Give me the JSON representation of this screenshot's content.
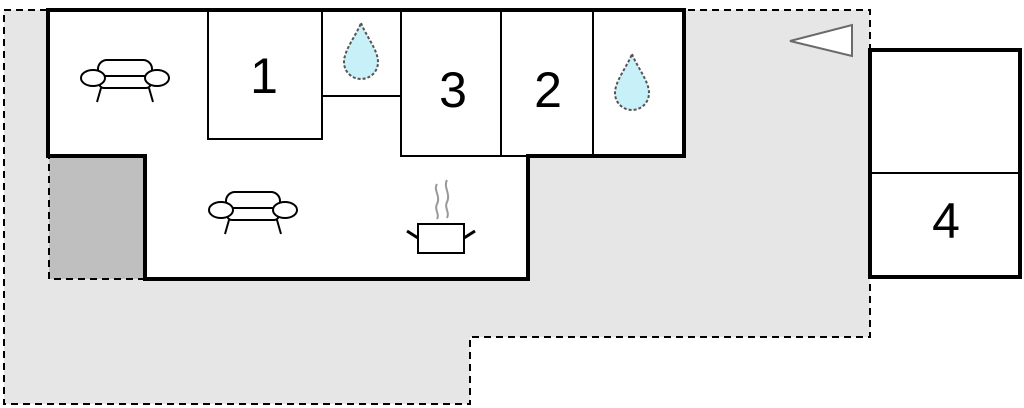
{
  "rooms": {
    "bedroom_1": "1",
    "bedroom_2": "2",
    "bedroom_3": "3",
    "bedroom_4": "4"
  },
  "icons": {
    "sofa": "sofa-icon",
    "bath": "water-drop-icon",
    "kitchen": "cooking-pot-icon",
    "entrance": "entrance-arrow-icon"
  },
  "colors": {
    "terrace": "#e6e6e6",
    "covered_area": "#bfbfbf",
    "walls": "#000000",
    "water": "#c8f0f8",
    "arrow": "#6a6a6a"
  }
}
